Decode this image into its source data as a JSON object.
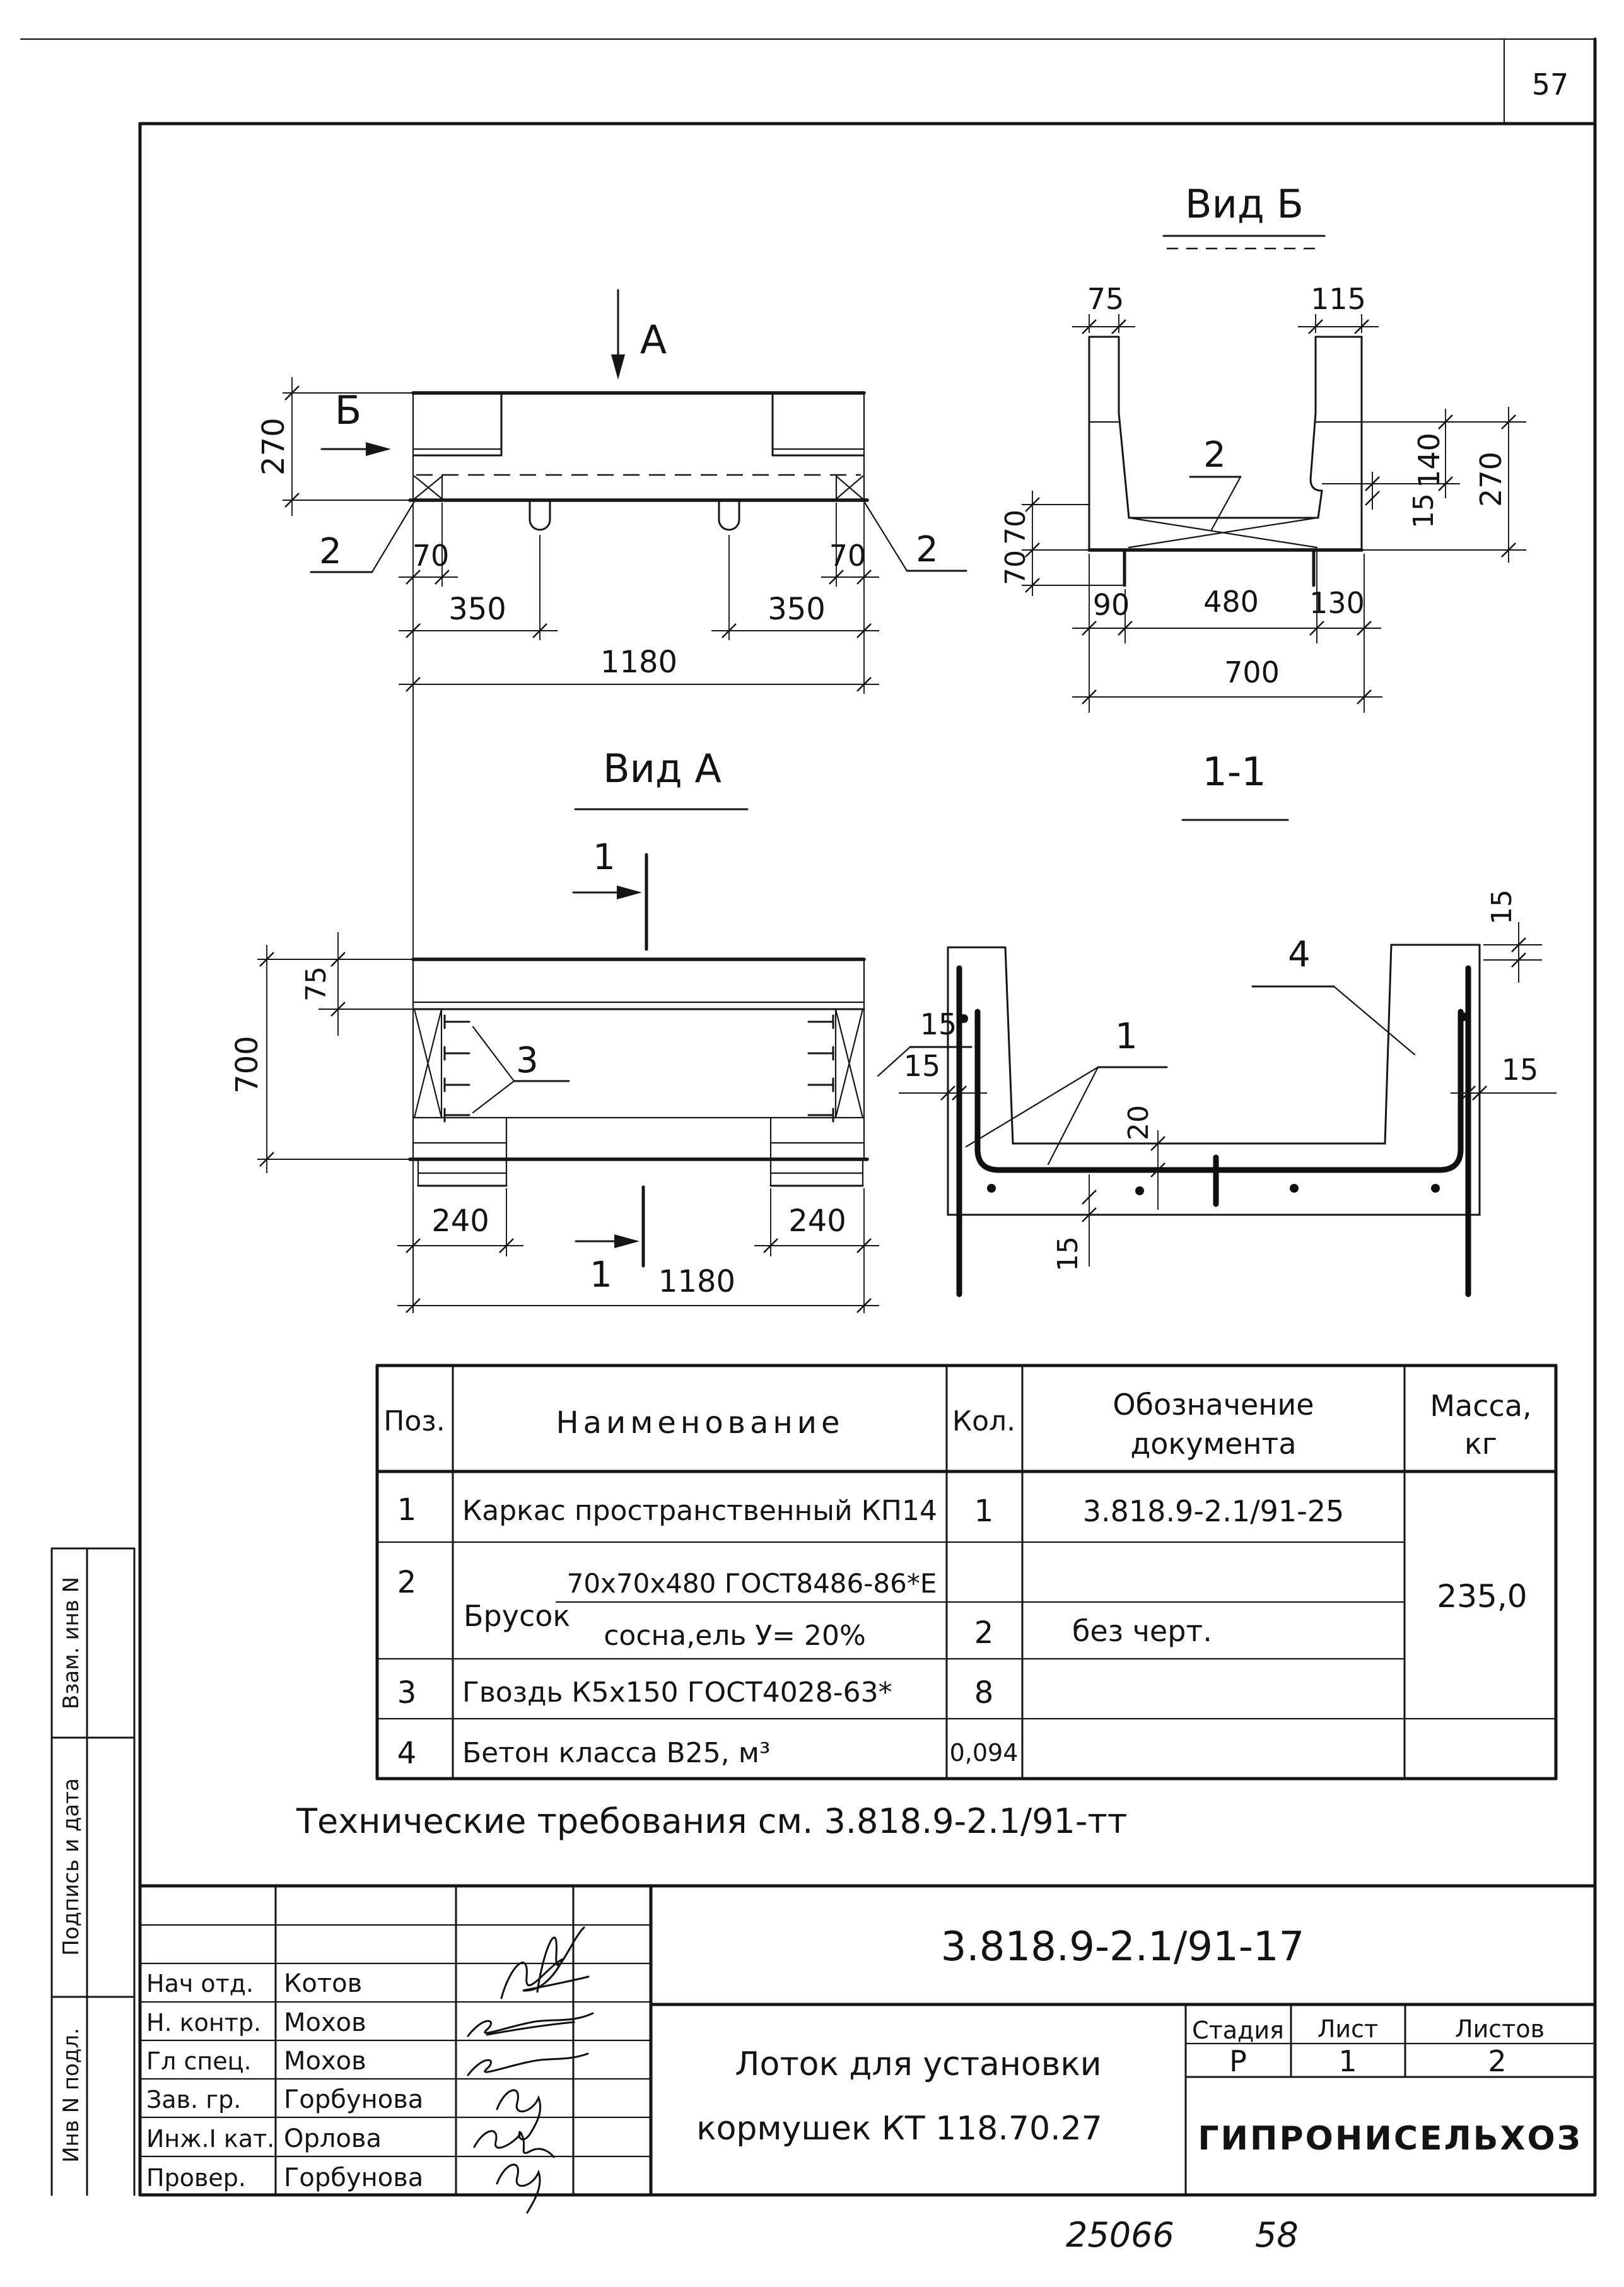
{
  "page": {
    "number": "57",
    "footer_code": "25066",
    "footer_page": "58"
  },
  "sidebar": {
    "cells": [
      "Взам. инв N",
      "Подпись и дата",
      "Инв N подл."
    ]
  },
  "views": {
    "plan": {
      "mark_a": "А",
      "mark_b": "Б",
      "dim_height": "270",
      "dim_70_left": "70",
      "dim_70_right": "70",
      "dim_350_left": "350",
      "dim_350_right": "350",
      "dim_width": "1180",
      "pos_2_left": "2",
      "pos_2_right": "2"
    },
    "view_b": {
      "title": "Вид Б",
      "dim_75": "75",
      "dim_115": "115",
      "dim_70_a": "70",
      "dim_70_b": "70",
      "pos_2": "2",
      "dim_140": "140",
      "dim_270": "270",
      "dim_15": "15",
      "dim_90": "90",
      "dim_480": "480",
      "dim_130": "130",
      "dim_700": "700"
    },
    "view_a": {
      "title": "Вид А",
      "cut_top": "1",
      "cut_bottom": "1",
      "dim_75": "75",
      "dim_700": "700",
      "dim_15": "15",
      "pos_3": "3",
      "dim_240_left": "240",
      "dim_240_right": "240",
      "dim_1180": "1180"
    },
    "section": {
      "title": "1-1",
      "pos_1": "1",
      "pos_4": "4",
      "dim_15_top": "15",
      "dim_15_left": "15",
      "dim_15_right": "15",
      "dim_20": "20",
      "dim_15_bottom": "15"
    }
  },
  "table": {
    "col_pos": "Поз.",
    "col_name": "Наименование",
    "col_qty": "Кол.",
    "col_doc_1": "Обозначение",
    "col_doc_2": "документа",
    "col_mass_1": "Масса,",
    "col_mass_2": "кг",
    "rows": [
      {
        "pos": "1",
        "name": "Каркас пространственный КП14",
        "qty": "1",
        "doc": "3.818.9-2.1/91-25"
      },
      {
        "pos": "2",
        "name_word": "Брусок",
        "name_top": "70х70х480 ГОСТ8486-86*Е",
        "name_bottom": "сосна,ель У= 20%",
        "qty": "2",
        "doc": "без черт."
      },
      {
        "pos": "3",
        "name": "Гвоздь К5х150 ГОСТ4028-63*",
        "qty": "8",
        "doc": ""
      },
      {
        "pos": "4",
        "name": "Бетон класса В25, м³",
        "qty": "0,094",
        "doc": ""
      }
    ],
    "mass_total": "235,0"
  },
  "tech_note": "Технические  требования  см. 3.818.9-2.1/91-тт",
  "title_block": {
    "doc_number": "3.818.9-2.1/91-17",
    "subject_1": "Лоток для установки",
    "subject_2": "кормушек КТ 118.70.27",
    "stage_label": "Стадия",
    "sheet_label": "Лист",
    "sheets_label": "Листов",
    "stage": "Р",
    "sheet": "1",
    "sheets": "2",
    "org": "ГИПРОНИСЕЛЬХОЗ",
    "roles": [
      {
        "role": "Нач отд.",
        "name": "Котов"
      },
      {
        "role": "Н. контр.",
        "name": "Мохов"
      },
      {
        "role": "Гл спец.",
        "name": "Мохов"
      },
      {
        "role": "Зав. гр.",
        "name": "Горбунова"
      },
      {
        "role": "Инж.I кат.",
        "name": "Орлова"
      },
      {
        "role": "Провер.",
        "name": "Горбунова"
      }
    ]
  }
}
